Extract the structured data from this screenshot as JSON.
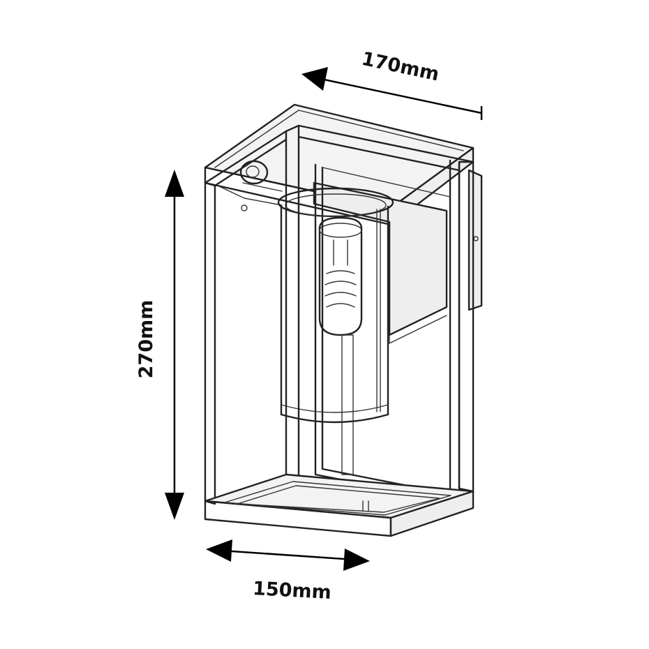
{
  "dimensions": {
    "depth": "170mm",
    "height": "270mm",
    "width": "150mm"
  },
  "colors": {
    "line": "#222222",
    "background": "#ffffff"
  }
}
